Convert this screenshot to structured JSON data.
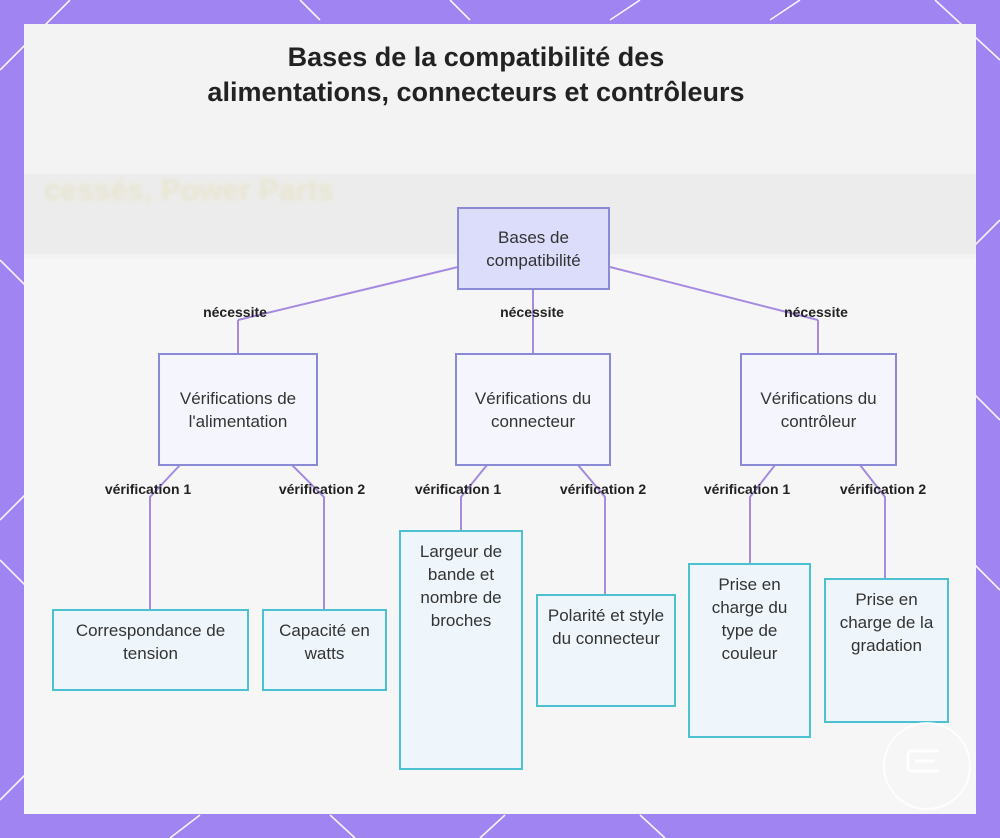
{
  "title": "Bases de la compatibilité des alimentations, connecteurs et contrôleurs",
  "background_text": "cessés, Power Parts",
  "colors": {
    "frame": "#a084f2",
    "root_fill": "#dcdcfb",
    "node_border": "#8a8ad6",
    "leaf_border": "#4cc1d1",
    "connector": "#a58ae0"
  },
  "nodes": {
    "root": "Bases de compatibilité",
    "power_checks": "Vérifications de l'alimentation",
    "connector_checks": "Vérifications du connecteur",
    "controller_checks": "Vérifications du contrôleur",
    "voltage": "Correspondance de tension",
    "wattage": "Capacité en watts",
    "bandwidth": "Largeur de bande et nombre de broches",
    "polarity": "Polarité et style du connecteur",
    "color_type": "Prise en charge du type de couleur",
    "dimming": "Prise en charge de la gradation"
  },
  "edges": {
    "requires": "nécessite",
    "check1": "vérification 1",
    "check2": "vérification 2"
  },
  "logo_icon": "brand-logo-icon"
}
